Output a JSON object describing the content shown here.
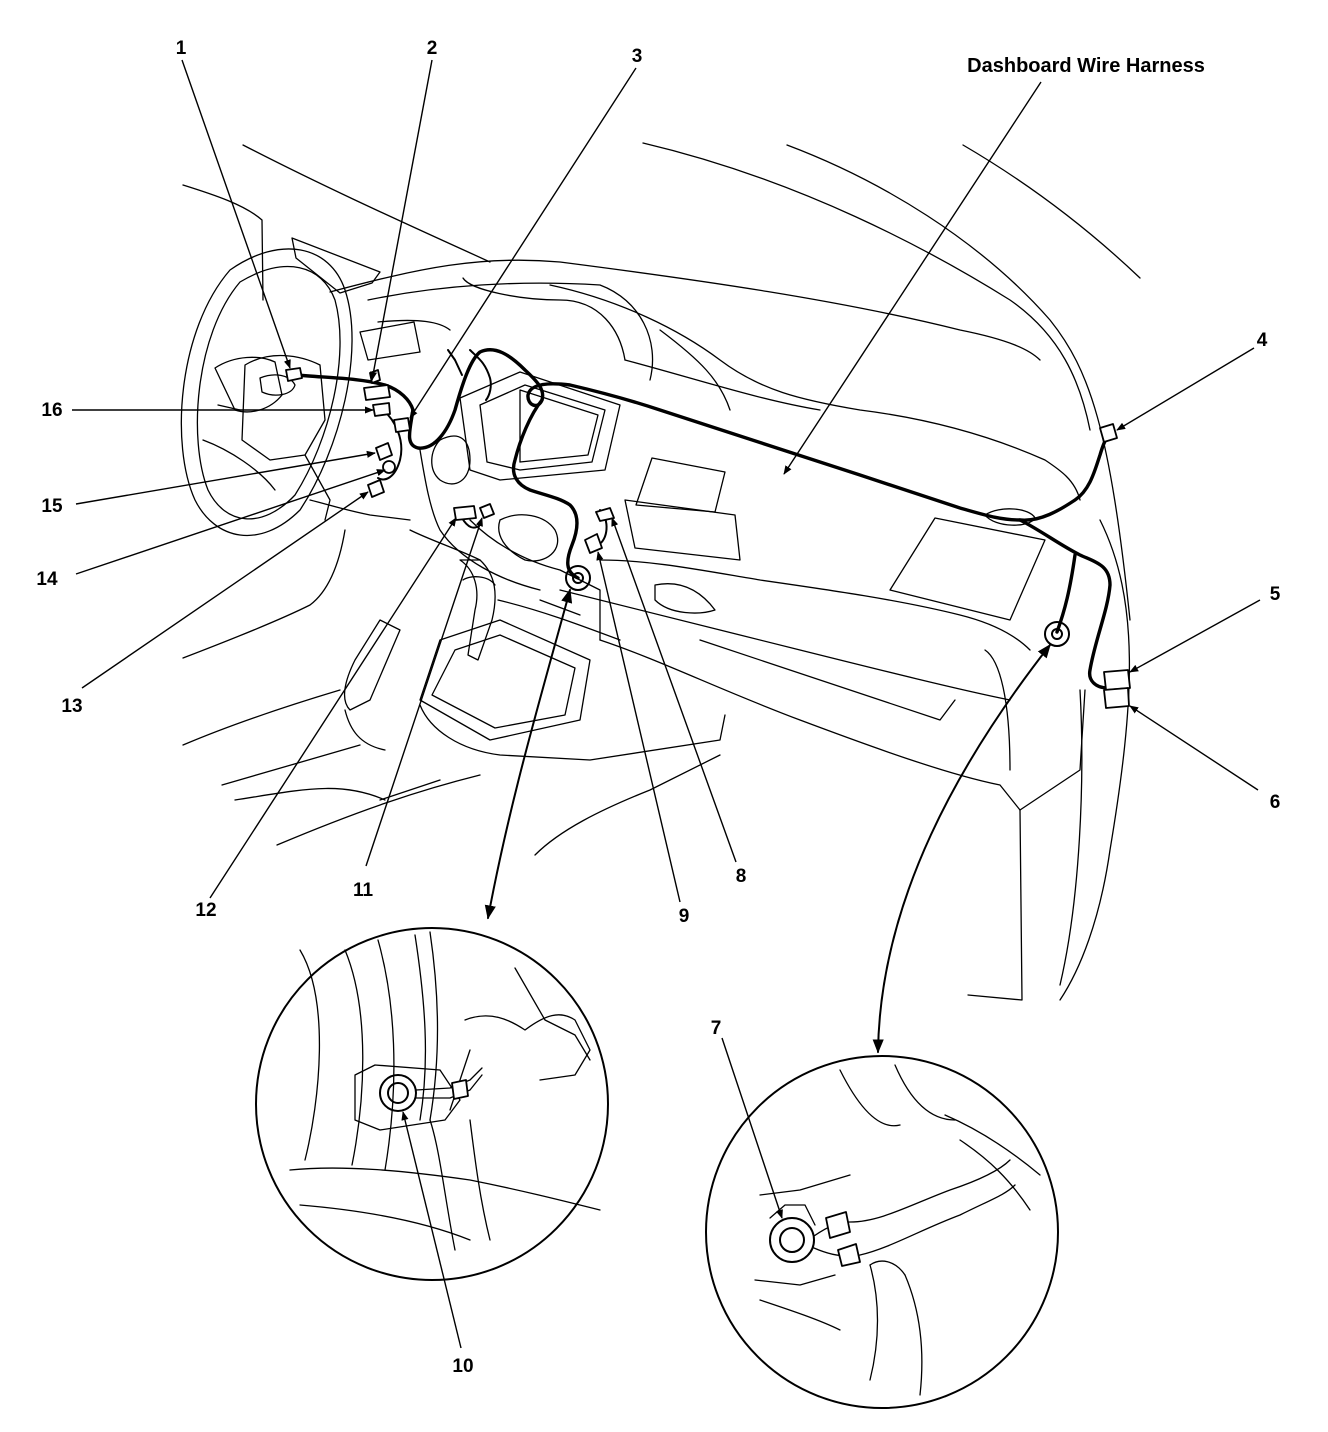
{
  "title": "Dashboard Wire Harness",
  "callouts": [
    "1",
    "2",
    "3",
    "4",
    "5",
    "6",
    "7",
    "8",
    "9",
    "10",
    "11",
    "12",
    "13",
    "14",
    "15",
    "16"
  ],
  "icons": [
    "steering-wheel-icon",
    "connector-icon",
    "grommet-icon",
    "arrow-icon"
  ],
  "colors": {
    "line": "#000000",
    "background": "#ffffff"
  }
}
